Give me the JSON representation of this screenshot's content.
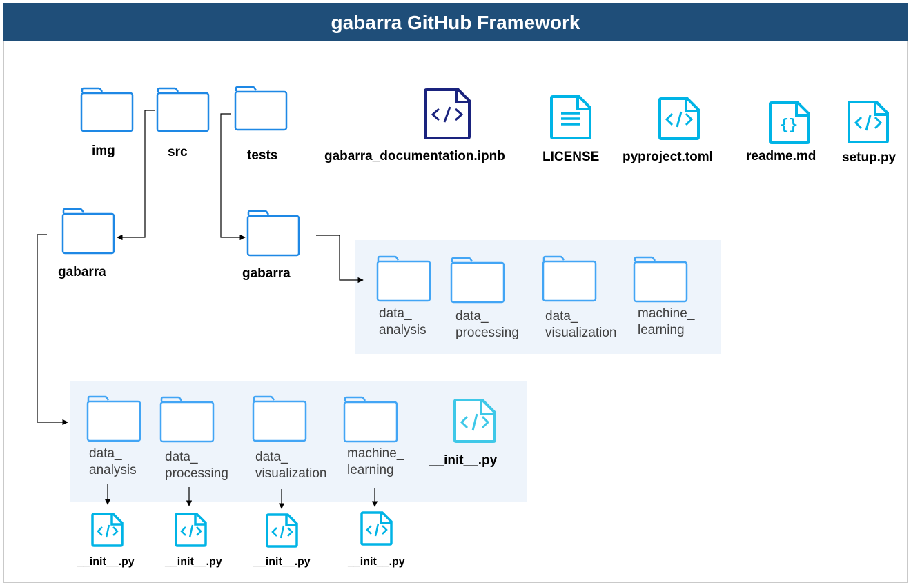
{
  "header": {
    "title": "gabarra GitHub Framework"
  },
  "colors": {
    "header_bg": "#1f4e79",
    "folder": "#1e88e5",
    "folder_soft": "#42a5f5",
    "file_cyan": "#00b4e6",
    "file_navy": "#1a237e",
    "panel_bg": "#eef4fb"
  },
  "top_folders": {
    "img": "img",
    "src": "src",
    "tests": "tests"
  },
  "top_files": {
    "notebook": "gabarra_documentation.ipnb",
    "license": "LICENSE",
    "pyproject": "pyproject.toml",
    "readme": "readme.md",
    "setup": "setup.py"
  },
  "src_pkg": {
    "label": "gabarra"
  },
  "tests_pkg": {
    "label": "gabarra"
  },
  "tests_modules": [
    "data_\nanalysis",
    "data_\nprocessing",
    "data_\nvisualization",
    "machine_\nlearning"
  ],
  "src_modules": [
    "data_\nanalysis",
    "data_\nprocessing",
    "data_\nvisualization",
    "machine_\nlearning"
  ],
  "src_init": "__init__.py",
  "module_inits": [
    "__init__.py",
    "__init__.py",
    "__init__.py",
    "__init__.py"
  ],
  "icons": {
    "folder": "folder-icon",
    "code_file": "code-file-icon",
    "text_file": "text-file-icon",
    "json_file": "json-file-icon"
  }
}
